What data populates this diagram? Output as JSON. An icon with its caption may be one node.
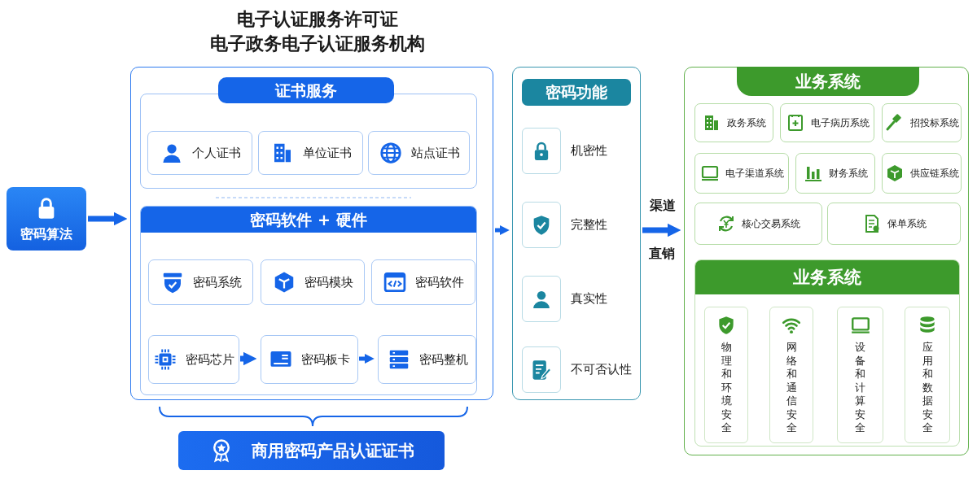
{
  "diagram": {
    "nodes": [
      {
        "text": [
          "密码算法"
        ]
      },
      {
        "text": [
          "电子认证服务许可证",
          "电子政务电子认证服务机构"
        ]
      },
      {
        "text": [
          "证书服务"
        ],
        "in": 1
      },
      {
        "text": [
          "个人证书"
        ],
        "in": 2
      },
      {
        "text": [
          "单位证书"
        ],
        "in": 2
      },
      {
        "text": [
          "站点证书"
        ],
        "in": 2
      },
      {
        "text": [
          "密码软件 + 硬件"
        ],
        "in": 1
      },
      {
        "text": [
          "密码系统"
        ],
        "in": 6
      },
      {
        "text": [
          "密码模块"
        ],
        "in": 6
      },
      {
        "text": [
          "密码软件"
        ],
        "in": 6
      },
      {
        "text": [
          "密码芯片"
        ],
        "in": 6
      },
      {
        "text": [
          "密码板卡"
        ],
        "in": 6
      },
      {
        "text": [
          "密码整机"
        ],
        "in": 6
      },
      {
        "text": [
          "商用密码产品认证证书"
        ]
      },
      {
        "text": [
          "密码功能"
        ]
      },
      {
        "text": [
          "机密性"
        ],
        "in": 14
      },
      {
        "text": [
          "完整性"
        ],
        "in": 14
      },
      {
        "text": [
          "真实性"
        ],
        "in": 14
      },
      {
        "text": [
          "不可否认性"
        ],
        "in": 14
      },
      {
        "text": [
          "业务系统"
        ]
      },
      {
        "text": [
          "政务系统"
        ],
        "in": 19
      },
      {
        "text": [
          "电子病历系统"
        ],
        "in": 19
      },
      {
        "text": [
          "招投标系统"
        ],
        "in": 19
      },
      {
        "text": [
          "电子渠道系统"
        ],
        "in": 19
      },
      {
        "text": [
          "财务系统"
        ],
        "in": 19
      },
      {
        "text": [
          "供应链系统"
        ],
        "in": 19
      },
      {
        "text": [
          "核心交易系统"
        ],
        "in": 19
      },
      {
        "text": [
          "保单系统"
        ],
        "in": 19
      },
      {
        "text": [
          "业务系统"
        ],
        "in": 19
      },
      {
        "text": [
          "物理和环境安全"
        ],
        "in": 28
      },
      {
        "text": [
          "网络和通信安全"
        ],
        "in": 28
      },
      {
        "text": [
          "设备和计算安全"
        ],
        "in": 28
      },
      {
        "text": [
          "应用和数据安全"
        ],
        "in": 28
      }
    ],
    "edges": [
      {
        "from": 0,
        "to": 1,
        "arrow": "to"
      },
      {
        "from": 1,
        "to": 14,
        "arrow": "to"
      },
      {
        "from": 14,
        "to": 19,
        "arrow": "to",
        "label": "渠道"
      },
      {
        "from": 10,
        "to": 11,
        "arrow": "to"
      },
      {
        "from": 11,
        "to": 12,
        "arrow": "to"
      }
    ],
    "labels": [
      "直销"
    ]
  }
}
